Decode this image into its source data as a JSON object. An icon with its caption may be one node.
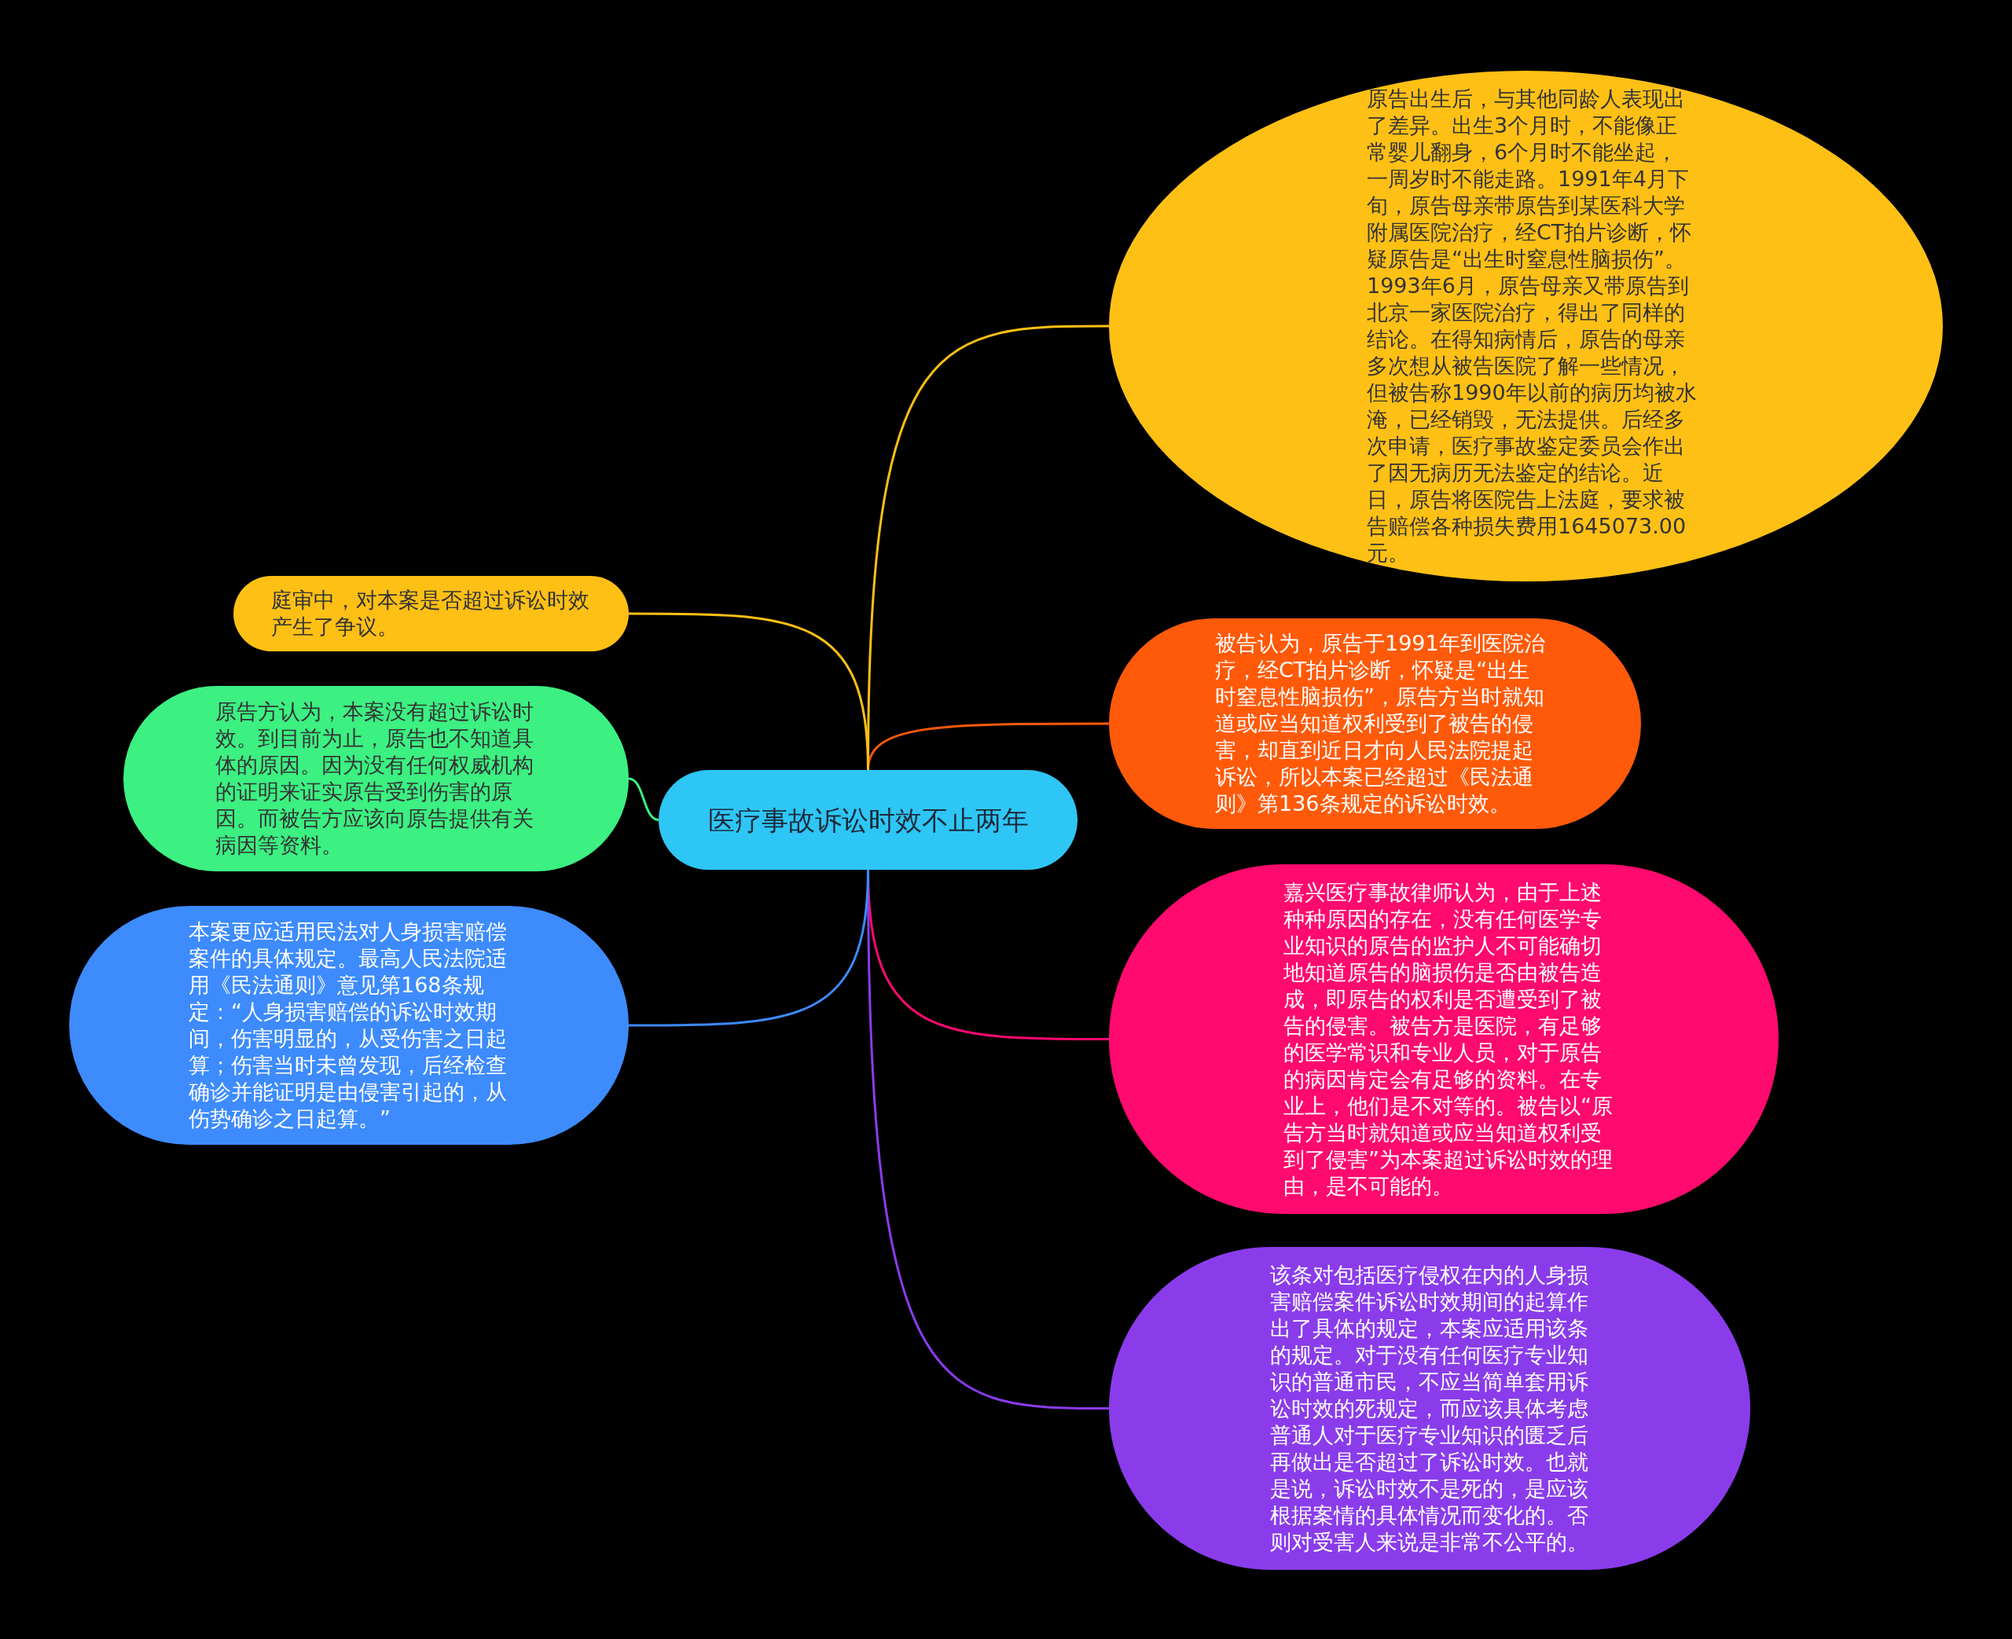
{
  "diagram": {
    "nodes": [
      {
        "text": [
          "医疗事故诉讼时效不止两年"
        ]
      },
      {
        "text": [
          "原告出生后，与其他同龄人表现出了差异。出生3个月时，不能像正常婴儿翻身，6个月时不能坐起，一周岁时不能走路。1991年4月下旬，原告母亲带原告到某医科大学附属医院治疗，经CT拍片诊断，怀疑原告是“出生时窒息性脑损伤”。1993年6月，原告母亲又带原告到北京一家医院治疗，得出了同样的结论。在得知病情后，原告的母亲多次想从被告医院了解一些情况，但被告称1990年以前的病历均被水淹，已经销毁，无法提供。后经多次申请，医疗事故鉴定委员会作出了因无病历无法鉴定的结论。近日，原告将医院告上法庭，要求被告赔偿各种损失费用1645073.00元。"
        ]
      },
      {
        "text": [
          "被告认为，原告于1991年到医院治疗，经CT拍片诊断，怀疑是“出生时窒息性脑损伤”，原告方当时就知道或应当知道权利受到了被告的侵害，却直到近日才向人民法院提起诉讼，所以本案已经超过《民法通则》第136条规定的诉讼时效。"
        ]
      },
      {
        "text": [
          "嘉兴医疗事故律师认为，由于上述种种原因的存在，没有任何医学专业知识的原告的监护人不可能确切地知道原告的脑损伤是否由被告造成，即原告的权利是否遭受到了被告的侵害。被告方是医院，有足够的医学常识和专业人员，对于原告的病因肯定会有足够的资料。在专业上，他们是不对等的。被告以“原告方当时就知道或应当知道权利受到了侵害”为本案超过诉讼时效的理由，是不可能的。"
        ]
      },
      {
        "text": [
          "该条对包括医疗侵权在内的人身损害赔偿案件诉讼时效期间的起算作出了具体的规定，本案应适用该条的规定。对于没有任何医疗专业知识的普通市民，不应当简单套用诉讼时效的死规定，而应该具体考虑普通人对于医疗专业知识的匮乏后再做出是否超过了诉讼时效。也就是说，诉讼时效不是死的，是应该根据案情的具体情况而变化的。否则对受害人来说是非常不公平的。"
        ]
      },
      {
        "text": [
          "庭审中，对本案是否超过诉讼时效产生了争议。"
        ]
      },
      {
        "text": [
          "原告方认为，本案没有超过诉讼时效。到目前为止，原告也不知道具体的原因。因为没有任何权威机构的证明来证实原告受到伤害的原因。而被告方应该向原告提供有关病因等资料。"
        ]
      },
      {
        "text": [
          "本案更应适用民法对人身损害赔偿案件的具体规定。最高人民法院适用《民法通则》意见第168条规定：“人身损害赔偿的诉讼时效期间，伤害明显的，从受伤害之日起算；伤害当时未曾发现，后经检查确诊并能证明是由侵害引起的，从伤势确诊之日起算。”"
        ]
      }
    ],
    "edges": [
      {
        "from": 0,
        "to": 1,
        "arrow": "none",
        "color": "#ffc015"
      },
      {
        "from": 0,
        "to": 2,
        "arrow": "none",
        "color": "#ff5a0a"
      },
      {
        "from": 0,
        "to": 3,
        "arrow": "none",
        "color": "#ff0a6e"
      },
      {
        "from": 0,
        "to": 4,
        "arrow": "none",
        "color": "#8a3ceb"
      },
      {
        "from": 0,
        "to": 5,
        "arrow": "none",
        "color": "#ffc015"
      },
      {
        "from": 0,
        "to": 6,
        "arrow": "none",
        "color": "#3cf082"
      },
      {
        "from": 0,
        "to": 7,
        "arrow": "none",
        "color": "#3d8bfd"
      }
    ]
  }
}
